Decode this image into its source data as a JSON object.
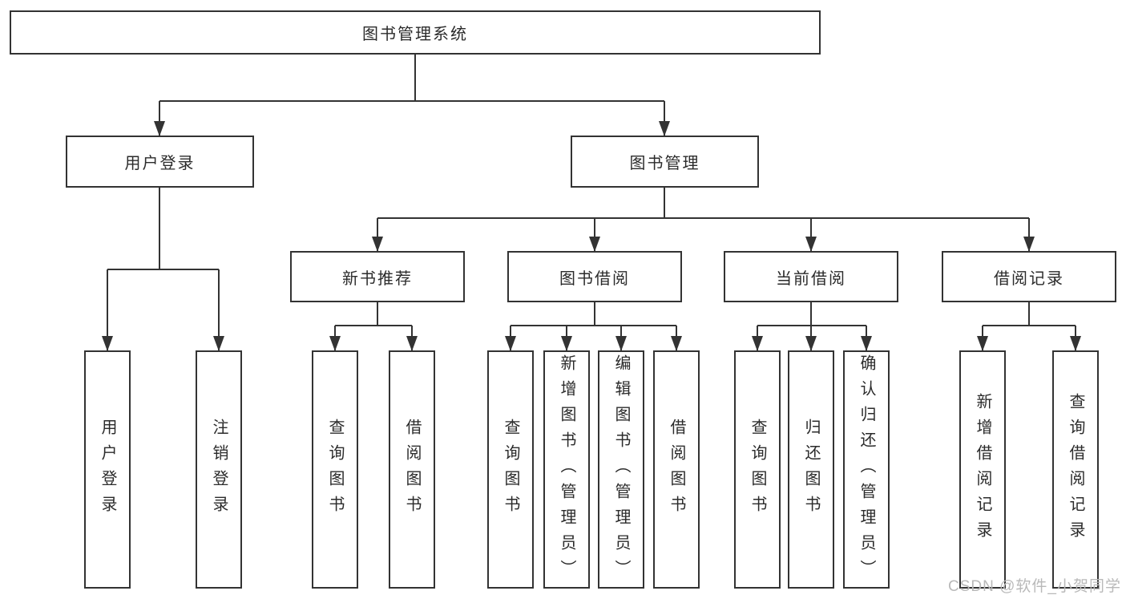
{
  "tree": {
    "root": {
      "label": "图书管理系统"
    },
    "branches": [
      {
        "label": "用户登录",
        "children": [
          {
            "label": "用户登录"
          },
          {
            "label": "注销登录"
          }
        ]
      },
      {
        "label": "图书管理",
        "children": [
          {
            "label": "新书推荐",
            "children": [
              {
                "label": "查询图书"
              },
              {
                "label": "借阅图书"
              }
            ]
          },
          {
            "label": "图书借阅",
            "children": [
              {
                "label": "查询图书"
              },
              {
                "label": "新增图书（管理员）"
              },
              {
                "label": "编辑图书（管理员）"
              },
              {
                "label": "借阅图书"
              }
            ]
          },
          {
            "label": "当前借阅",
            "children": [
              {
                "label": "查询图书"
              },
              {
                "label": "归还图书"
              },
              {
                "label": "确认归还（管理员）"
              }
            ]
          },
          {
            "label": "借阅记录",
            "children": [
              {
                "label": "新增借阅记录"
              },
              {
                "label": "查询借阅记录"
              }
            ]
          }
        ]
      }
    ]
  },
  "watermark": {
    "text": "CSDN @软件_小贺同学"
  },
  "colors": {
    "line": "#333333",
    "text": "#2b2b2b",
    "watermark": "#b9b9b9",
    "background": "#ffffff"
  }
}
